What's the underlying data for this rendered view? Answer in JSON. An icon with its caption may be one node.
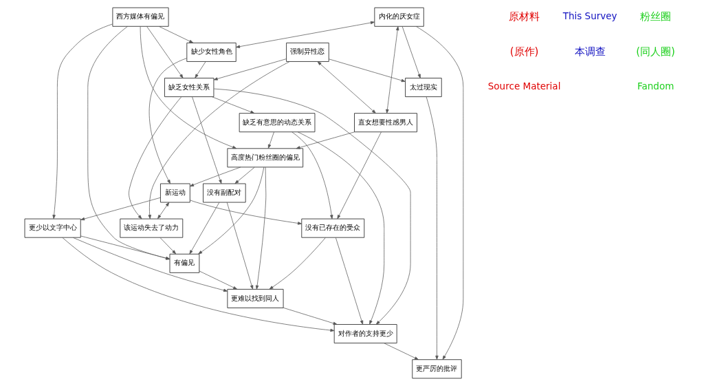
{
  "diagram": {
    "nodes": [
      {
        "text": [
          "西方媒体有偏见"
        ]
      },
      {
        "text": [
          "缺少女性角色"
        ]
      },
      {
        "text": [
          "内化的厌女症"
        ]
      },
      {
        "text": [
          "没有副配对"
        ]
      },
      {
        "text": [
          "缺乏女性关系"
        ]
      },
      {
        "text": [
          "强制异性恋"
        ]
      },
      {
        "text": [
          "高度热门粉丝圈的偏见"
        ]
      },
      {
        "text": [
          "直女想要性感男人"
        ]
      },
      {
        "text": [
          "新运动"
        ]
      },
      {
        "text": [
          "缺乏有意思的动态关系"
        ]
      },
      {
        "text": [
          "太过现实"
        ]
      },
      {
        "text": [
          "更少以文字中心"
        ]
      },
      {
        "text": [
          "没有已存在的受众"
        ]
      },
      {
        "text": [
          "该运动失去了动力"
        ]
      },
      {
        "text": [
          "对作者的支持更少"
        ]
      },
      {
        "text": [
          "更严厉的批评"
        ]
      },
      {
        "text": [
          "更难以找到同人"
        ]
      },
      {
        "text": [
          "有偏见"
        ]
      }
    ],
    "edges": [
      {
        "from": 0,
        "to": 1,
        "arrow": "to"
      },
      {
        "from": 0,
        "to": 4,
        "arrow": "to"
      },
      {
        "from": 0,
        "to": 6,
        "arrow": "to"
      },
      {
        "from": 0,
        "to": 11,
        "arrow": "to"
      },
      {
        "from": 0,
        "to": 17,
        "arrow": "to"
      },
      {
        "from": 1,
        "to": 4,
        "arrow": "to"
      },
      {
        "from": 1,
        "to": 8,
        "arrow": "to"
      },
      {
        "from": 2,
        "to": 1,
        "arrow": "both"
      },
      {
        "from": 2,
        "to": 7,
        "arrow": "both"
      },
      {
        "from": 2,
        "to": 10,
        "arrow": "to"
      },
      {
        "from": 2,
        "to": 15,
        "arrow": "to"
      },
      {
        "from": 3,
        "to": 17,
        "arrow": "to"
      },
      {
        "from": 3,
        "to": 16,
        "arrow": "to"
      },
      {
        "from": 4,
        "to": 3,
        "arrow": "to"
      },
      {
        "from": 4,
        "to": 9,
        "arrow": "to"
      },
      {
        "from": 4,
        "to": 13,
        "arrow": "to"
      },
      {
        "from": 4,
        "to": 14,
        "arrow": "to"
      },
      {
        "from": 5,
        "to": 4,
        "arrow": "to"
      },
      {
        "from": 5,
        "to": 7,
        "arrow": "both"
      },
      {
        "from": 5,
        "to": 10,
        "arrow": "to"
      },
      {
        "from": 5,
        "to": 13,
        "arrow": "to"
      },
      {
        "from": 6,
        "to": 3,
        "arrow": "to"
      },
      {
        "from": 6,
        "to": 8,
        "arrow": "to"
      },
      {
        "from": 6,
        "to": 17,
        "arrow": "to"
      },
      {
        "from": 6,
        "to": 16,
        "arrow": "to"
      },
      {
        "from": 7,
        "to": 6,
        "arrow": "to"
      },
      {
        "from": 7,
        "to": 12,
        "arrow": "to"
      },
      {
        "from": 9,
        "to": 6,
        "arrow": "to"
      },
      {
        "from": 9,
        "to": 14,
        "arrow": "to"
      },
      {
        "from": 9,
        "to": 12,
        "arrow": "to"
      },
      {
        "from": 8,
        "to": 13,
        "arrow": "both"
      },
      {
        "from": 8,
        "to": 11,
        "arrow": "to"
      },
      {
        "from": 8,
        "to": 12,
        "arrow": "to"
      },
      {
        "from": 10,
        "to": 15,
        "arrow": "to"
      },
      {
        "from": 11,
        "to": 17,
        "arrow": "to"
      },
      {
        "from": 11,
        "to": 14,
        "arrow": "to"
      },
      {
        "from": 11,
        "to": 16,
        "arrow": "to"
      },
      {
        "from": 12,
        "to": 14,
        "arrow": "to"
      },
      {
        "from": 12,
        "to": 16,
        "arrow": "to"
      },
      {
        "from": 13,
        "to": 17,
        "arrow": "to"
      },
      {
        "from": 17,
        "to": 16,
        "arrow": "to"
      },
      {
        "from": 16,
        "to": 14,
        "arrow": "to"
      },
      {
        "from": 14,
        "to": 15,
        "arrow": "to"
      }
    ],
    "labels": [
      "原材料",
      "(原作)",
      "Source Material",
      "This Survey",
      "本调查",
      "粉丝圈",
      "(同人圈)",
      "Fandom"
    ]
  }
}
